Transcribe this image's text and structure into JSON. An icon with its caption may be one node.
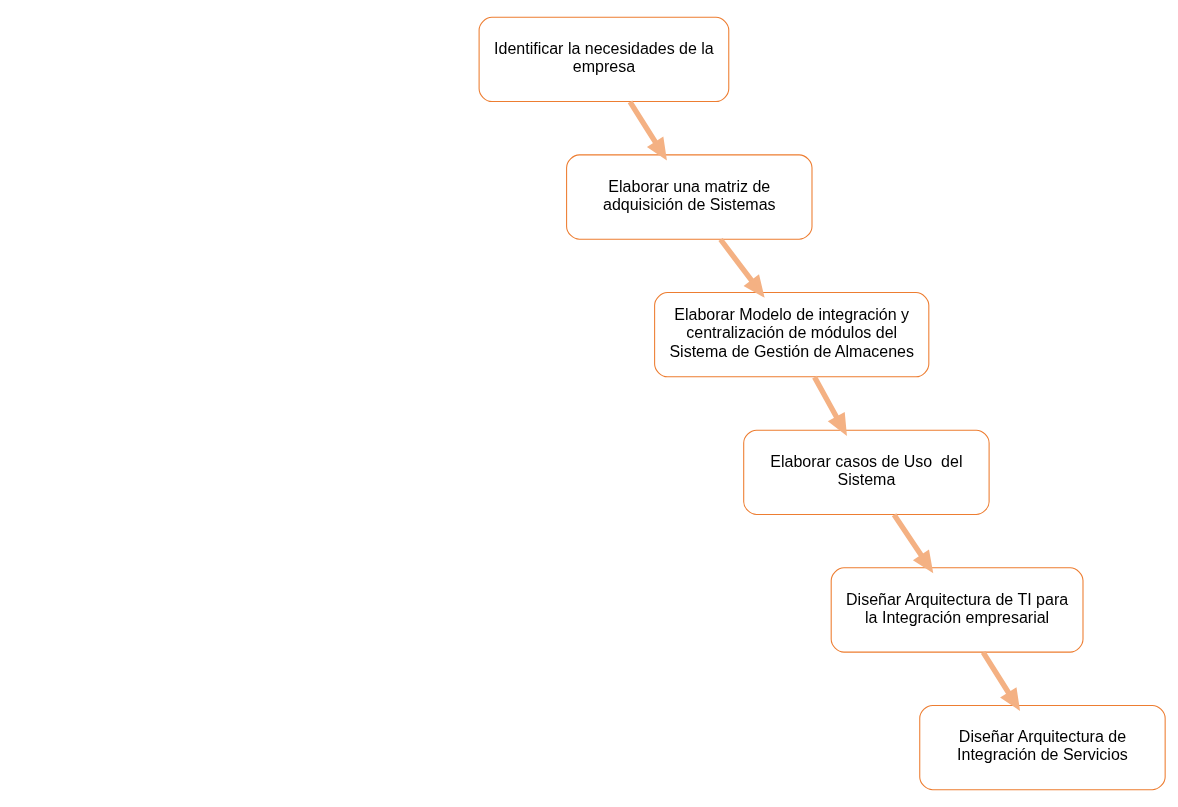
{
  "diagram": {
    "nodes": [
      {
        "text": [
          "Identificar la necesidades de la empresa"
        ]
      },
      {
        "text": [
          "Elaborar una matriz de adquisición de Sistemas"
        ]
      },
      {
        "text": [
          "Elaborar Modelo de integración y centralización de módulos del Sistema de Gestión de Almacenes"
        ]
      },
      {
        "text": [
          "Elaborar casos de Uso  del Sistema"
        ]
      },
      {
        "text": [
          "Diseñar Arquitectura de TI para la Integración empresarial"
        ]
      },
      {
        "text": [
          "Diseñar Arquitectura de Integración de Servicios"
        ]
      }
    ],
    "edges": [
      {
        "from": 0,
        "to": 1,
        "arrow": "to"
      },
      {
        "from": 1,
        "to": 2,
        "arrow": "to"
      },
      {
        "from": 2,
        "to": 3,
        "arrow": "to"
      },
      {
        "from": 3,
        "to": 4,
        "arrow": "to"
      },
      {
        "from": 4,
        "to": 5,
        "arrow": "to"
      }
    ]
  }
}
